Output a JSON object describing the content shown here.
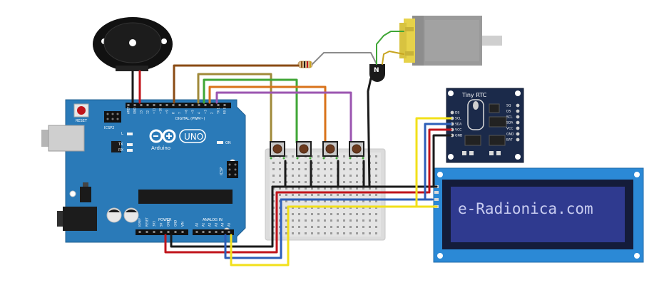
{
  "arduino": {
    "logo_text": "Arduino",
    "model_text": "UNO",
    "reset_label": "RESET",
    "icsp2_label": "ICSP2",
    "icsp_label": "ICSP",
    "on_label": "ON",
    "l_label": "L",
    "tx_label": "TX",
    "rx_label": "RX",
    "digital_label": "DIGITAL (PWM~)",
    "analog_label": "ANALOG IN",
    "power_label": "POWER",
    "top_pins": [
      "AREF",
      "GND",
      "13",
      "12",
      "~11",
      "~10",
      "~9",
      "8",
      "7",
      "~6",
      "~5",
      "4",
      "~3",
      "2",
      "TX 1",
      "RX 0"
    ],
    "power_pins": [
      "IOREF",
      "RESET",
      "3V3",
      "5V",
      "GND",
      "GND",
      "VIN"
    ],
    "analog_pins": [
      "A0",
      "A1",
      "A2",
      "A3",
      "A4",
      "A5"
    ]
  },
  "rtc": {
    "title": "Tiny RTC",
    "left_pins": [
      "DS",
      "SCL",
      "SDA",
      "VCC",
      "GND"
    ],
    "right_pins": [
      "SQ",
      "DS",
      "SCL",
      "SDA",
      "VCC",
      "GND",
      "BAT"
    ]
  },
  "lcd": {
    "display_text": "e-Radionica.com"
  },
  "transistor": {
    "label": "N"
  },
  "colors": {
    "board": "#2a7ab8",
    "lcd_pcb": "#2b89d6",
    "lcd_screen": "#2f3a8f",
    "lcd_text": "#c8ccf0",
    "rtc_pcb": "#1b2a4a",
    "breadboard": "#dcdcdc",
    "wire_red": "#c0141b",
    "wire_black": "#1a1a1a",
    "wire_yellow": "#f2e01a",
    "wire_blue": "#2d5fb8",
    "wire_green": "#3fa636",
    "wire_brown": "#8a4b14",
    "wire_orange": "#d9731a",
    "wire_purple": "#9b55b0",
    "wire_gray": "#8c8c8c",
    "wire_olive": "#a08a3a"
  }
}
